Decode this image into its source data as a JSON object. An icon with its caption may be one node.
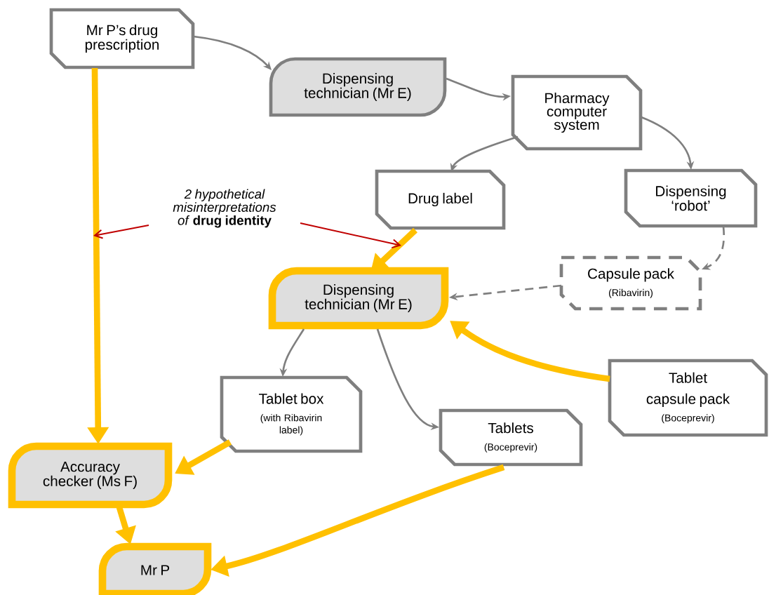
{
  "diagram": {
    "nodes": [
      {
        "text": [
          "Mr P’s drug prescription"
        ]
      },
      {
        "text": [
          "Dispensing technician (Mr E)"
        ]
      },
      {
        "text": [
          "Pharmacy computer system"
        ]
      },
      {
        "text": [
          "Drug label"
        ]
      },
      {
        "text": [
          "Dispensing ‘robot’"
        ]
      },
      {
        "text": [
          "*2 hypothetical misinterpretations of* **drug identity**"
        ]
      },
      {
        "text": [
          "Dispensing technician (Mr E)"
        ]
      },
      {
        "text": [
          "Capsule pack",
          "(Ribavirin)"
        ]
      },
      {
        "text": [
          "Tablet box",
          "(with Ribavirin label)"
        ]
      },
      {
        "text": [
          "Tablet capsule pack",
          "(Boceprevir)"
        ]
      },
      {
        "text": [
          "Tablets",
          "(Boceprevir)"
        ]
      },
      {
        "text": [
          "Accuracy checker (Ms F)"
        ]
      },
      {
        "text": [
          "Mr P"
        ]
      }
    ],
    "edges": [
      {
        "from": 0,
        "to": 1,
        "arrow": "to"
      },
      {
        "from": 1,
        "to": 2,
        "arrow": "to"
      },
      {
        "from": 2,
        "to": 3,
        "arrow": "to"
      },
      {
        "from": 2,
        "to": 4,
        "arrow": "to"
      },
      {
        "from": 4,
        "to": 7,
        "arrow": "to",
        "style": "dashed"
      },
      {
        "from": 7,
        "to": 6,
        "arrow": "to",
        "style": "dashed"
      },
      {
        "from": 3,
        "to": 6,
        "arrow": "to",
        "style": "thick",
        "color": "#ffc000"
      },
      {
        "from": 9,
        "to": 6,
        "arrow": "to",
        "style": "thick",
        "color": "#ffc000"
      },
      {
        "from": 6,
        "to": 8,
        "arrow": "to"
      },
      {
        "from": 6,
        "to": 10,
        "arrow": "to"
      },
      {
        "from": 0,
        "to": 11,
        "arrow": "to",
        "style": "thick",
        "color": "#ffc000"
      },
      {
        "from": 8,
        "to": 11,
        "arrow": "to",
        "style": "thick",
        "color": "#ffc000"
      },
      {
        "from": 11,
        "to": 12,
        "arrow": "to",
        "style": "thick",
        "color": "#ffc000"
      },
      {
        "from": 10,
        "to": 12,
        "arrow": "to",
        "style": "thick",
        "color": "#ffc000"
      },
      {
        "from": 5,
        "to": null,
        "arrow": "to",
        "color": "#c00000"
      },
      {
        "from": 5,
        "to": null,
        "arrow": "to",
        "color": "#c00000"
      }
    ]
  }
}
